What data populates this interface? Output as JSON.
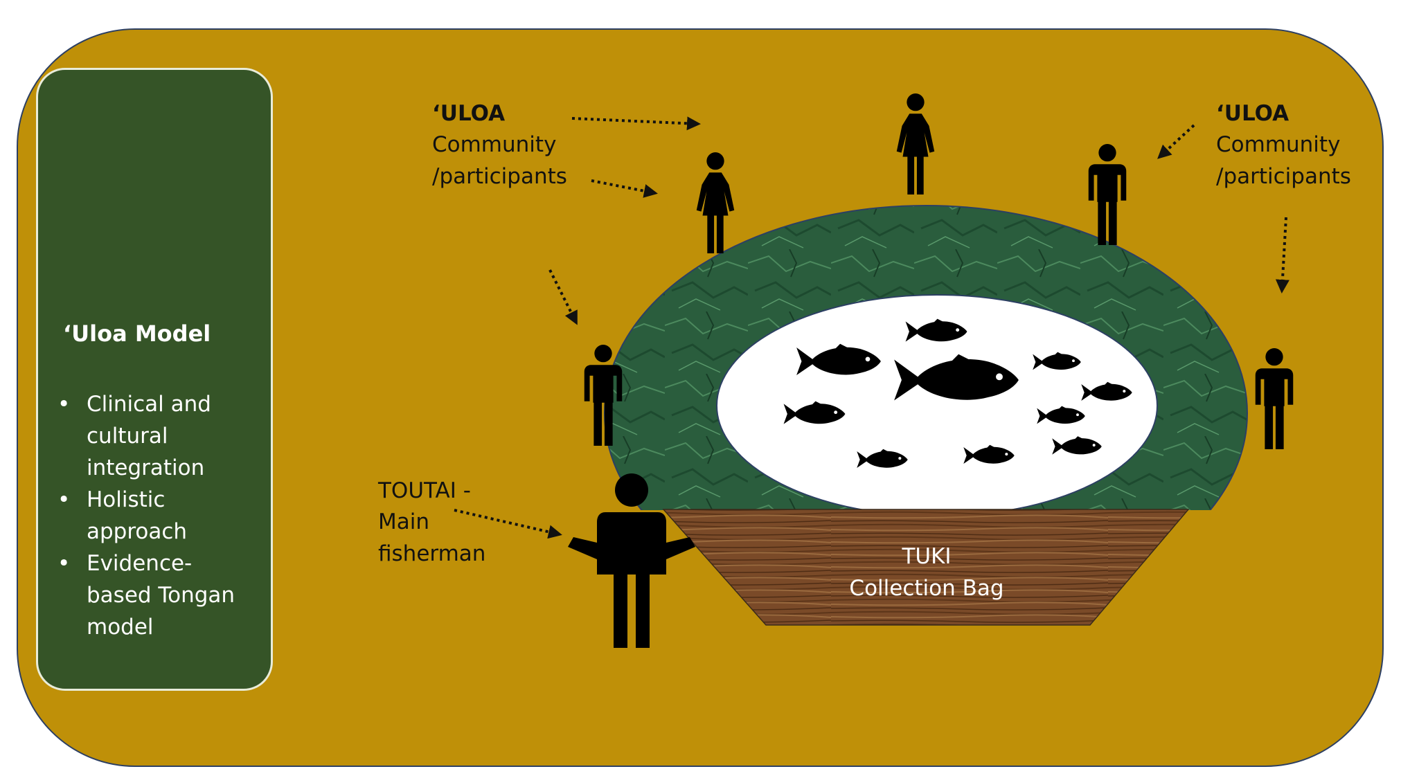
{
  "colors": {
    "background": "#bf9008",
    "panel": "#355427",
    "panel_border": "#e9ecd9",
    "net": "#2a5d3d",
    "bag": "#7a4a28",
    "figure": "#000000"
  },
  "panel": {
    "title": "‘Uloa Model",
    "bullets": [
      "Clinical and cultural integration",
      "Holistic approach",
      "Evidence-based Tongan model"
    ]
  },
  "left_label": {
    "heading": "‘ULOA",
    "line1": "Community",
    "line2": "/participants"
  },
  "right_label": {
    "heading": "‘ULOA",
    "line1": "Community",
    "line2": "/participants"
  },
  "fisherman_label": {
    "line1": "TOUTAI -",
    "line2": "Main",
    "line3": "fisherman"
  },
  "bag_label": {
    "line1": "TUKI",
    "line2": "Collection Bag"
  },
  "icons": {
    "person_female": "person-female-icon",
    "person_male": "person-male-icon",
    "fish": "fish-icon"
  }
}
